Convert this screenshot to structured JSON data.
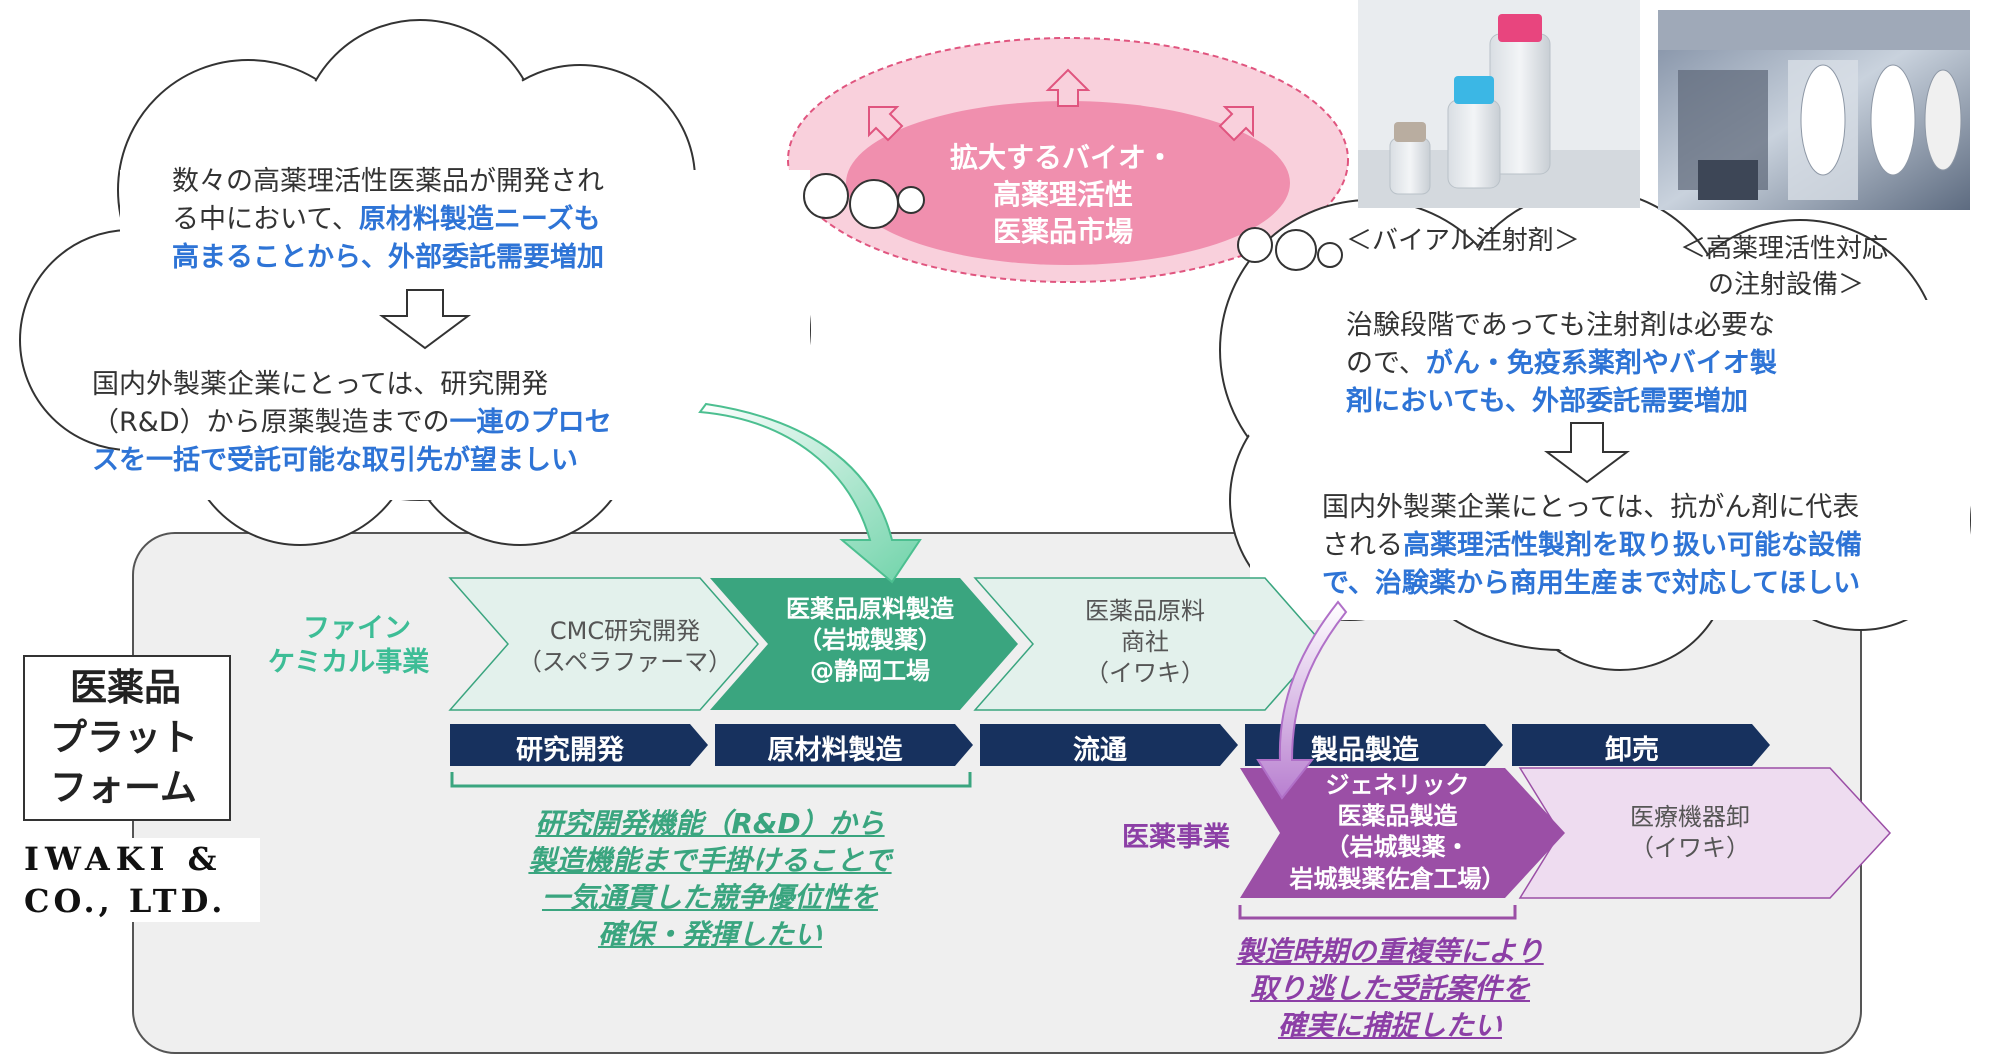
{
  "market_bubble": {
    "line1": "拡大するバイオ・",
    "line2": "高薬理活性",
    "line3": "医薬品市場"
  },
  "left_cloud": {
    "top": {
      "line1": "数々の高薬理活性医薬品が開発され",
      "line2_plain": "る中において、",
      "line2_emph": "原材料製造ニーズも",
      "line3_emph": "高まることから、外部委託需要増加"
    },
    "bottom": {
      "line1": "国内外製薬企業にとっては、研究開発",
      "line2_plain": "（R&D）から原薬製造までの",
      "line2_emph": "一連のプロセ",
      "line3_emph": "スを一括で受託可能な取引先が望ましい"
    }
  },
  "right_cloud": {
    "top": {
      "line1": "治験段階であっても注射剤は必要な",
      "line2_plain": "ので、",
      "line2_emph": "がん・免疫系薬剤やバイオ製",
      "line3_emph": "剤においても、外部委託需要増加"
    },
    "bottom": {
      "line1": "国内外製薬企業にとっては、抗がん剤に代表",
      "line2_plain": "される",
      "line2_emph": "高薬理活性製剤を取り扱い可能な設備",
      "line3_emph": "で、治験薬から商用生産まで対応してほしい"
    }
  },
  "photos": {
    "vial_caption": "＜バイアル注射剤＞",
    "equipment_caption_line1": "＜高薬理活性対応",
    "equipment_caption_line2": "の注射設備＞"
  },
  "platform": {
    "title_line1": "医薬品",
    "title_line2": "プラット",
    "title_line3": "フォーム",
    "logo_line1": "IWAKI &",
    "logo_line2": "CO., LTD."
  },
  "fine_chemical": {
    "label_line1": "ファイン",
    "label_line2": "ケミカル事業",
    "chevrons": [
      {
        "line1": "CMC研究開発",
        "line2": "（スペラファーマ）",
        "line3": ""
      },
      {
        "line1": "医薬品原料製造",
        "line2": "（岩城製薬）",
        "line3": "@静岡工場"
      },
      {
        "line1": "医薬品原料",
        "line2": "商社",
        "line3": "（イワキ）"
      }
    ]
  },
  "value_chain": [
    "研究開発",
    "原材料製造",
    "流通",
    "製品製造",
    "卸売"
  ],
  "pharma": {
    "label": "医薬事業",
    "chevrons": [
      {
        "line1": "ジェネリック",
        "line2": "医薬品製造",
        "line3": "（岩城製薬・",
        "line4": "岩城製薬佐倉工場）"
      },
      {
        "line1": "医療機器卸",
        "line2": "（イワキ）"
      }
    ]
  },
  "notes": {
    "green": {
      "line1": "研究開発機能（R&D）から",
      "line2": "製造機能まで手掛けることで",
      "line3": "一気通貫した競争優位性を",
      "line4": "確保・発揮したい"
    },
    "purple": {
      "line1": "製造時期の重複等により",
      "line2": "取り逃した受託案件を",
      "line3": "確実に捕捉したい"
    }
  },
  "colors": {
    "fine_light": "#e3f1ec",
    "fine_dark": "#3aa57f",
    "fine_label": "#3dbd96",
    "navy": "#17315e",
    "purple_dark": "#9b4fa6",
    "purple_light": "#eedcf0",
    "purple_text": "#8c3fa6",
    "pink": "#f08fae",
    "blue_emph": "#2e74d6",
    "panel_bg": "#efefef"
  }
}
